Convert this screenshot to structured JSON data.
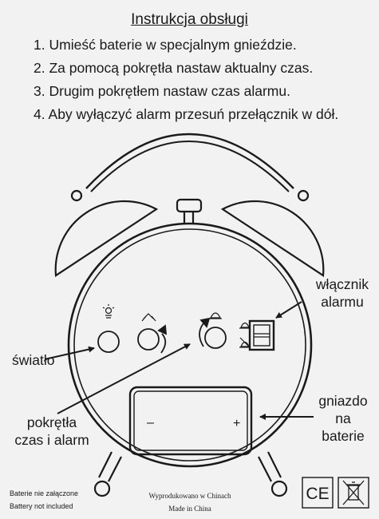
{
  "title": "Instrukcja obsługi",
  "steps": [
    {
      "num": "1.",
      "text": "Umieść baterie w specjalnym gnieździe."
    },
    {
      "num": "2.",
      "text": "Za pomocą pokrętła nastaw aktualny czas."
    },
    {
      "num": "3.",
      "text": "Drugim pokrętłem nastaw czas alarmu."
    },
    {
      "num": "4.",
      "text": "Aby wyłączyć alarm przesuń przełącznik w dół."
    }
  ],
  "labels": {
    "light": "światło",
    "switch_line1": "włącznik",
    "switch_line2": "alarmu",
    "knobs_line1": "pokrętła",
    "knobs_line2": "czas i alarm",
    "battery_line1": "gniazdo",
    "battery_line2": "na",
    "battery_line3": "baterie"
  },
  "battery_symbols": {
    "minus": "–",
    "plus": "+"
  },
  "footer": {
    "batteries_pl": "Baterie nie załączone",
    "batteries_en": "Battery not included",
    "made_pl": "Wyprodukowano w Chinach",
    "made_en": "Made in China",
    "ce_mark": "CE"
  },
  "icons": [
    "lamp-icon",
    "bell-icon",
    "dial-arrow-icon",
    "ce-mark-icon",
    "crossed-bin-icon"
  ]
}
